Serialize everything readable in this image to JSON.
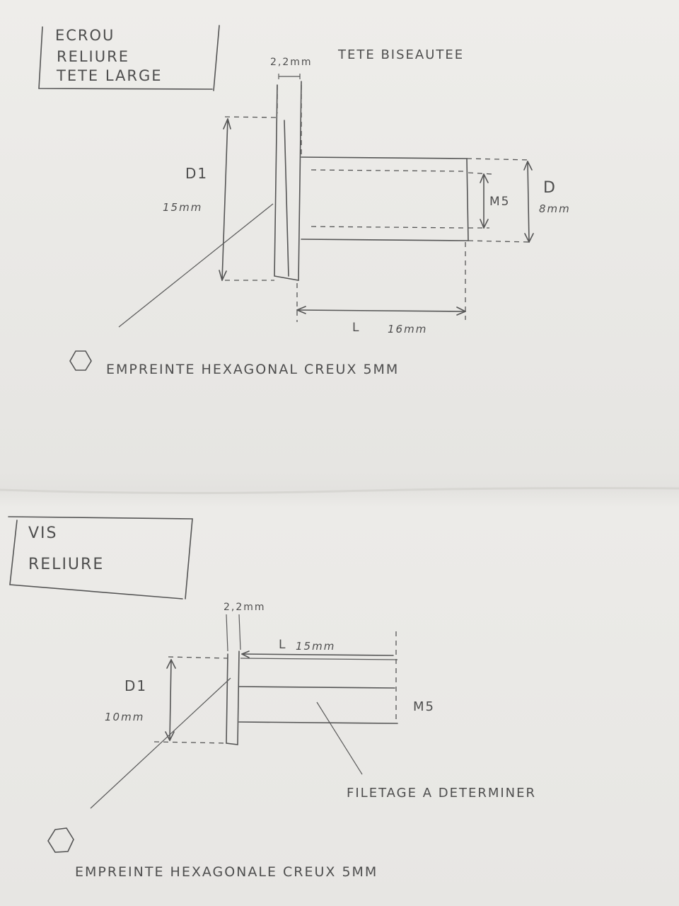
{
  "part1": {
    "title_lines": [
      "ECROU",
      "RELIURE",
      "TETE LARGE"
    ],
    "head_thickness": "2,2mm",
    "head_note": "TETE BISEAUTEE",
    "d1_label": "D1",
    "d1_value": "15mm",
    "d_label": "D",
    "d_value": "8mm",
    "thread_label": "M5",
    "length_label": "L",
    "length_value": "16mm",
    "drive_note": "EMPREINTE HEXAGONAL CREUX 5MM"
  },
  "part2": {
    "title_lines": [
      "VIS",
      "RELIURE"
    ],
    "head_thickness": "2,2mm",
    "length_label": "L",
    "length_value": "15mm",
    "d1_label": "D1",
    "d1_value": "10mm",
    "thread_label": "M5",
    "thread_note": "FILETAGE A DETERMINER",
    "drive_note": "EMPREINTE HEXAGONALE CREUX 5MM"
  }
}
